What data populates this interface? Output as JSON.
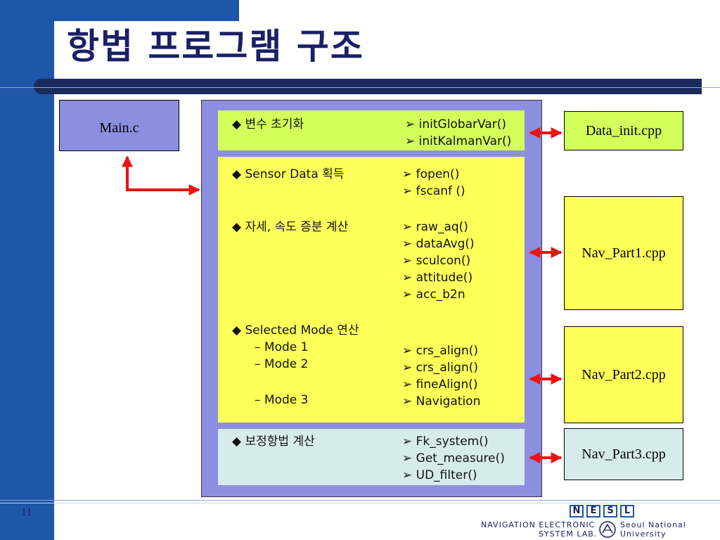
{
  "title": "항법 프로그램 구조",
  "page_number": "11",
  "files": {
    "main": "Main.c",
    "data_init": "Data_init.cpp",
    "nav1": "Nav_Part1.cpp",
    "nav2": "Nav_Part2.cpp",
    "nav3": "Nav_Part3.cpp"
  },
  "panels": {
    "init": {
      "label": "◆ 변수 초기화",
      "functions": [
        "➢ initGlobarVar()",
        "➢ initKalmanVar()"
      ]
    },
    "sensor": {
      "label": "◆ Sensor Data 획득",
      "functions": [
        "➢ fopen()",
        "➢ fscanf ()"
      ]
    },
    "attitude": {
      "label": "◆ 자세, 속도 증분 계산",
      "functions": [
        "➢ raw_aq()",
        "➢ dataAvg()",
        "➢ sculcon()",
        "➢ attitude()",
        "➢ acc_b2n"
      ]
    },
    "mode": {
      "label": "◆ Selected Mode 연산",
      "modes": [
        "– Mode 1",
        "– Mode 2",
        "– Mode 3"
      ],
      "functions": [
        "➢ crs_align()",
        "➢ crs_align()",
        "➢ fineAlign()",
        "➢ Navigation"
      ]
    },
    "correct": {
      "label": "◆ 보정항법 계산",
      "functions": [
        "➢ Fk_system()",
        "➢ Get_measure()",
        "➢ UD_filter()"
      ]
    }
  },
  "footer": {
    "logo_letters": [
      "N",
      "E",
      "S",
      "L"
    ],
    "lab_line1": "NAVIGATION ELECTRONIC",
    "lab_line2": "SYSTEM LAB.",
    "univ_line1": "Seoul National",
    "univ_line2": "University"
  },
  "colors": {
    "accent_blue": "#1f57a8",
    "title_navy": "#1a1f66",
    "container_purple": "#8c8ee0",
    "lime": "#d3ff5a",
    "yellow": "#ffff59",
    "light_cyan": "#d6ecec",
    "arrow_red": "#ee1111"
  }
}
